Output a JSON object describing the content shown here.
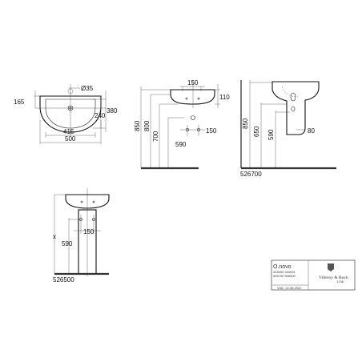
{
  "views": {
    "top": {
      "hole": "Ø35",
      "depth_back": "165",
      "depth": "380",
      "bowl": "240",
      "inner_w": "415",
      "width": "500"
    },
    "front": {
      "width": "150",
      "height_110": "110",
      "h850": "850",
      "h800": "800",
      "h700": "700",
      "h590": "590",
      "pipe_spacing": "150"
    },
    "side": {
      "h850": "850",
      "h650": "650",
      "h590": "590",
      "d80": "80",
      "code": "526700"
    },
    "pedestal": {
      "x_label": "x",
      "h590": "590",
      "spacing": "150",
      "code": "526500"
    }
  },
  "title_block": {
    "product": "O.novo",
    "codes_line1": "434050  434051",
    "codes_line2": "526700  526500",
    "brand": "Villeroy & Boch",
    "brand_year": "1748",
    "version": "V06 / 22.08.2022"
  }
}
